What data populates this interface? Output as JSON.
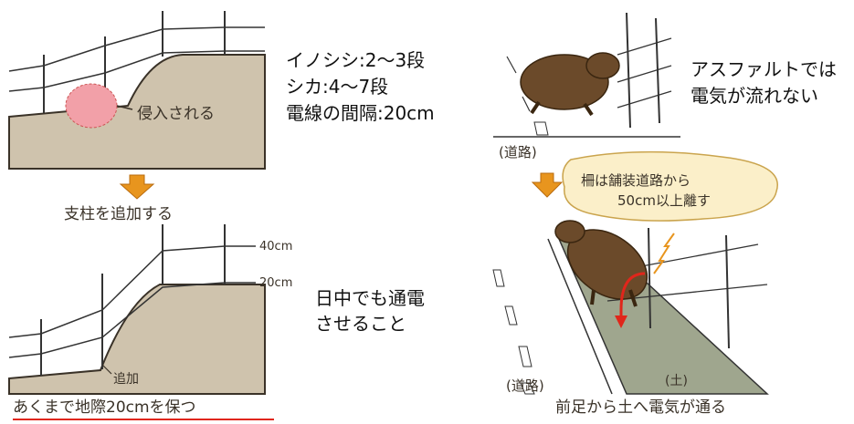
{
  "left_panel": {
    "top_figure": {
      "annotation": "侵入される"
    },
    "instruction": "支柱を追加する",
    "bottom_figure": {
      "height_label_upper": "40cm",
      "height_label_lower": "20cm",
      "added_post_label": "追加",
      "caption": "あくまで地際20cmを保つ"
    },
    "spec_lines": {
      "line1": "イノシシ:2〜3段",
      "line2": "シカ:4〜7段",
      "line3": "電線の間隔:20cm"
    },
    "note_lines": {
      "line1": "日中でも通電",
      "line2": "させること"
    }
  },
  "right_panel": {
    "asphalt_note": {
      "line1": "アスファルトでは",
      "line2": "電気が流れない"
    },
    "top_road_label": "(道路)",
    "callout": {
      "line1": "柵は舗装道路から",
      "line2": "50cm以上離す"
    },
    "bottom_road_label": "(道路)",
    "soil_label": "(土)",
    "caption": "前足から土へ電気が通る"
  },
  "colors": {
    "soil": "#cfc3ad",
    "road_strip": "#9fa68e",
    "arrow": "#e8951e",
    "boar": "#6b4a2a",
    "intrusion": "#f2a0a8",
    "current": "#e0261b"
  }
}
